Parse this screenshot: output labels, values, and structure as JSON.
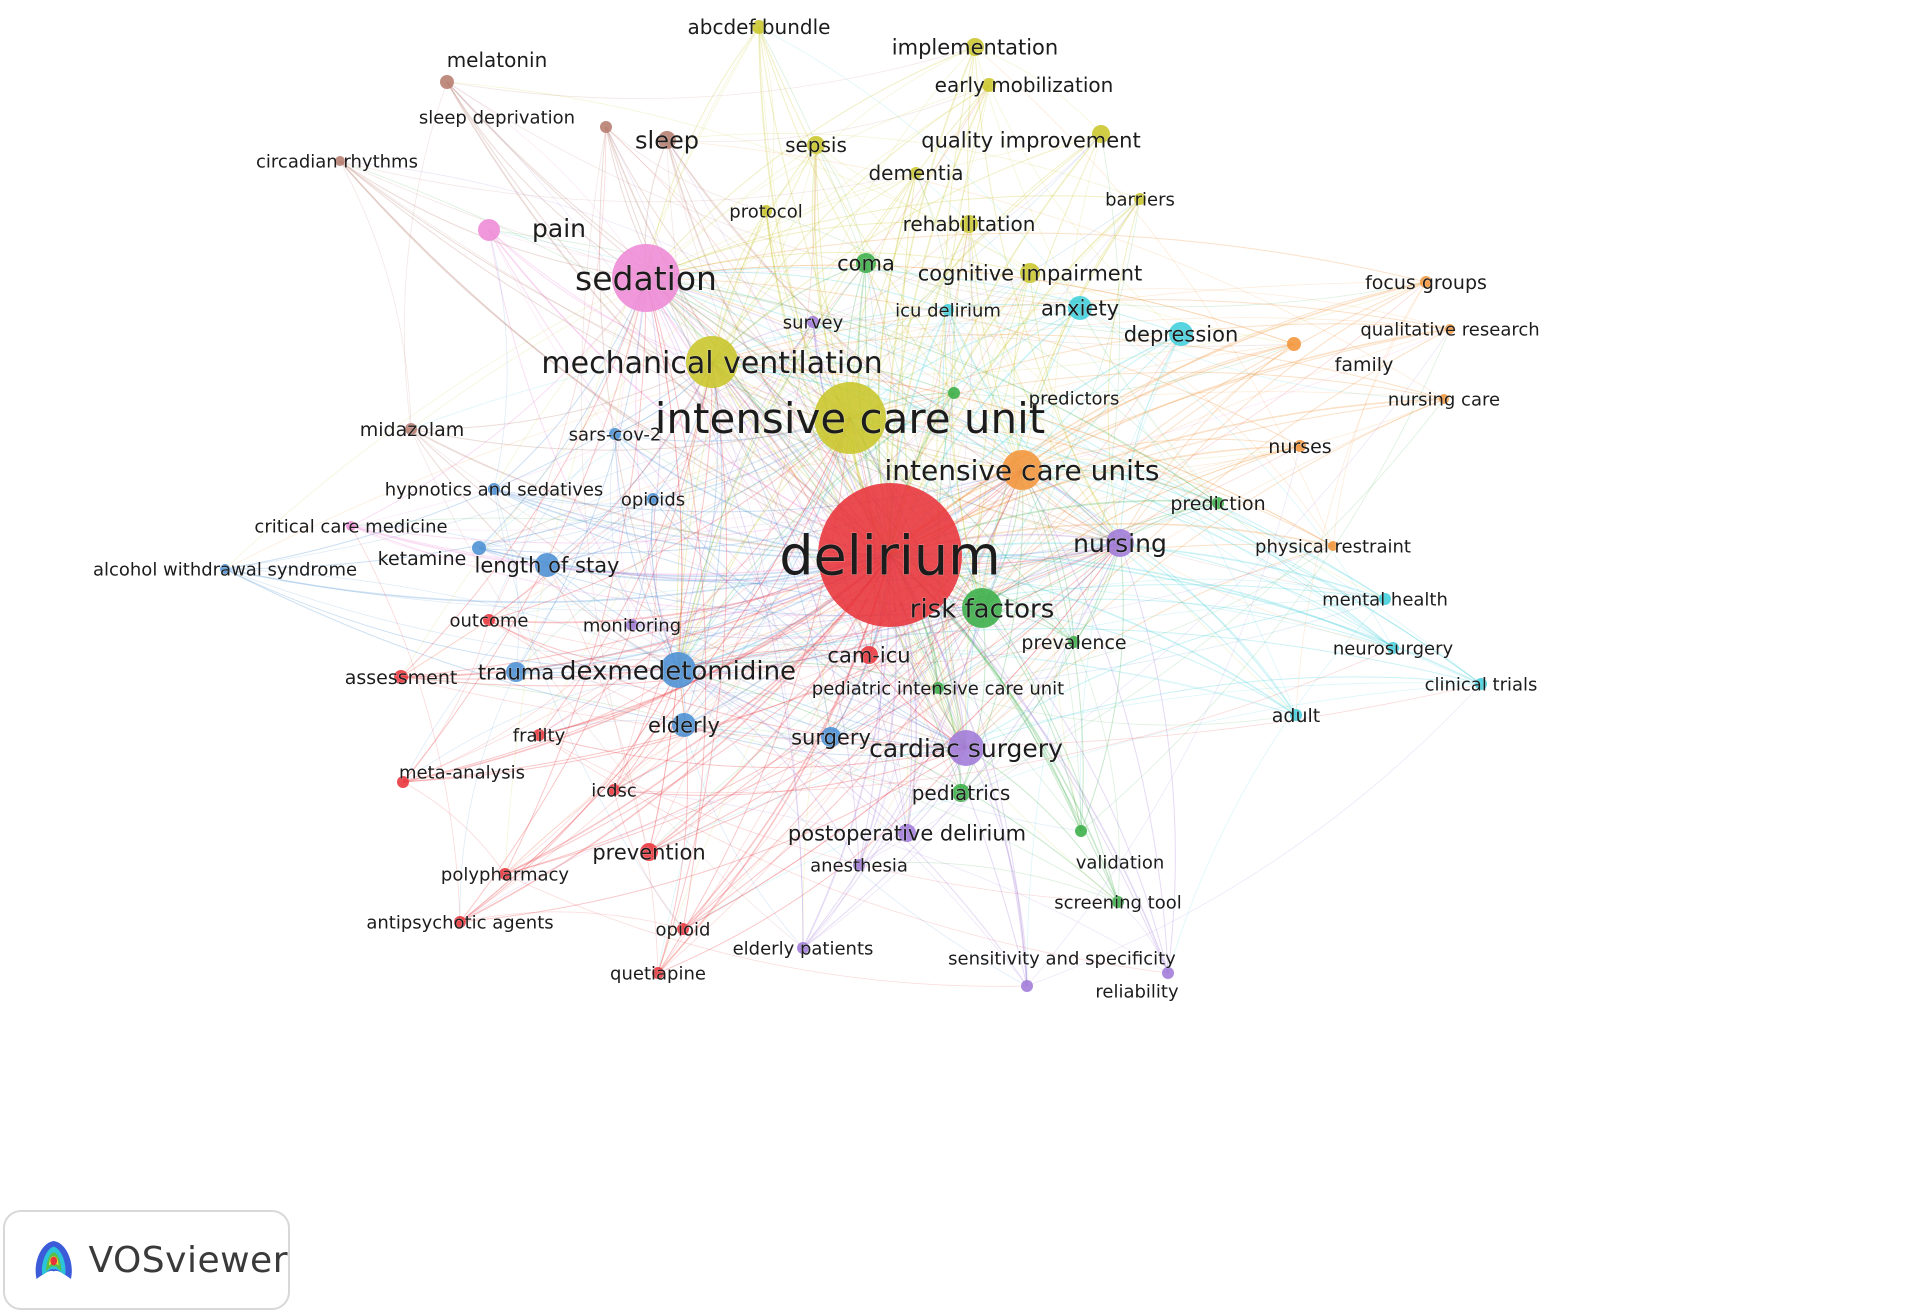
{
  "clusters": {
    "red": "#e8333a",
    "green": "#3aae48",
    "blue": "#4a8fd4",
    "yellow": "#c9c62a",
    "purple": "#a07ad8",
    "cyan": "#3fcfdc",
    "orange": "#f2953a",
    "brown": "#b67c6e",
    "pink": "#ee8ad6"
  },
  "nodes": [
    {
      "id": "delirium",
      "label": "delirium",
      "cluster": "red",
      "weight": 100
    },
    {
      "id": "icu",
      "label": "intensive care unit",
      "cluster": "yellow",
      "weight": 42
    },
    {
      "id": "mechvent",
      "label": "mechanical ventilation",
      "cluster": "yellow",
      "weight": 24
    },
    {
      "id": "sedation",
      "label": "sedation",
      "cluster": "pink",
      "weight": 32
    },
    {
      "id": "icus",
      "label": "intensive care units",
      "cluster": "orange",
      "weight": 20
    },
    {
      "id": "dexmed",
      "label": "dexmedetomidine",
      "cluster": "blue",
      "weight": 16
    },
    {
      "id": "riskfactors",
      "label": "risk factors",
      "cluster": "green",
      "weight": 18
    },
    {
      "id": "cardiac",
      "label": "cardiac surgery",
      "cluster": "purple",
      "weight": 15
    },
    {
      "id": "nursing",
      "label": "nursing",
      "cluster": "purple",
      "weight": 13
    },
    {
      "id": "pain",
      "label": "pain",
      "cluster": "pink",
      "weight": 11
    },
    {
      "id": "sleep",
      "label": "sleep",
      "cluster": "brown",
      "weight": 10
    },
    {
      "id": "coma",
      "label": "coma",
      "cluster": "green",
      "weight": 10
    },
    {
      "id": "cognitive",
      "label": "cognitive impairment",
      "cluster": "yellow",
      "weight": 9
    },
    {
      "id": "anxiety",
      "label": "anxiety",
      "cluster": "cyan",
      "weight": 10
    },
    {
      "id": "depression",
      "label": "depression",
      "cluster": "cyan",
      "weight": 10
    },
    {
      "id": "lengthstay",
      "label": "length of stay",
      "cluster": "blue",
      "weight": 11
    },
    {
      "id": "trauma",
      "label": "trauma",
      "cluster": "blue",
      "weight": 9
    },
    {
      "id": "elderly",
      "label": "elderly",
      "cluster": "blue",
      "weight": 10
    },
    {
      "id": "surgery",
      "label": "surgery",
      "cluster": "blue",
      "weight": 9
    },
    {
      "id": "camicu",
      "label": "cam-icu",
      "cluster": "red",
      "weight": 9
    },
    {
      "id": "prevention",
      "label": "prevention",
      "cluster": "red",
      "weight": 9
    },
    {
      "id": "postop",
      "label": "postoperative delirium",
      "cluster": "purple",
      "weight": 9
    },
    {
      "id": "pediatrics",
      "label": "pediatrics",
      "cluster": "green",
      "weight": 9
    },
    {
      "id": "quality",
      "label": "quality improvement",
      "cluster": "yellow",
      "weight": 9
    },
    {
      "id": "implementation",
      "label": "implementation",
      "cluster": "yellow",
      "weight": 9
    },
    {
      "id": "sepsis",
      "label": "sepsis",
      "cluster": "yellow",
      "weight": 8
    },
    {
      "id": "rehab",
      "label": "rehabilitation",
      "cluster": "yellow",
      "weight": 8
    },
    {
      "id": "dementia",
      "label": "dementia",
      "cluster": "yellow",
      "weight": 6
    },
    {
      "id": "abcdef",
      "label": "abcdef bundle",
      "cluster": "yellow",
      "weight": 8
    },
    {
      "id": "earlymob",
      "label": "early mobilization",
      "cluster": "yellow",
      "weight": 7
    },
    {
      "id": "barriers",
      "label": "barriers",
      "cluster": "yellow",
      "weight": 6
    },
    {
      "id": "protocol",
      "label": "protocol",
      "cluster": "yellow",
      "weight": 6
    },
    {
      "id": "melatonin",
      "label": "melatonin",
      "cluster": "brown",
      "weight": 7
    },
    {
      "id": "sleepdep",
      "label": "sleep deprivation",
      "cluster": "brown",
      "weight": 6
    },
    {
      "id": "circadian",
      "label": "circadian rhythms",
      "cluster": "brown",
      "weight": 5
    },
    {
      "id": "midazolam",
      "label": "midazolam",
      "cluster": "brown",
      "weight": 7
    },
    {
      "id": "focus",
      "label": "focus groups",
      "cluster": "orange",
      "weight": 6
    },
    {
      "id": "qualres",
      "label": "qualitative research",
      "cluster": "orange",
      "weight": 6
    },
    {
      "id": "family",
      "label": "family",
      "cluster": "orange",
      "weight": 7
    },
    {
      "id": "nursingcare",
      "label": "nursing care",
      "cluster": "orange",
      "weight": 6
    },
    {
      "id": "nurses",
      "label": "nurses",
      "cluster": "orange",
      "weight": 7
    },
    {
      "id": "physrestraint",
      "label": "physical restraint",
      "cluster": "orange",
      "weight": 5
    },
    {
      "id": "prediction",
      "label": "prediction",
      "cluster": "green",
      "weight": 7
    },
    {
      "id": "predictors",
      "label": "predictors",
      "cluster": "green",
      "weight": 6
    },
    {
      "id": "prevalence",
      "label": "prevalence",
      "cluster": "green",
      "weight": 7
    },
    {
      "id": "picu",
      "label": "pediatric intensive care unit",
      "cluster": "green",
      "weight": 7
    },
    {
      "id": "validation",
      "label": "validation",
      "cluster": "green",
      "weight": 7
    },
    {
      "id": "screening",
      "label": "screening tool",
      "cluster": "green",
      "weight": 6
    },
    {
      "id": "icudelirium",
      "label": "icu delirium",
      "cluster": "cyan",
      "weight": 6
    },
    {
      "id": "mentalhealth",
      "label": "mental health",
      "cluster": "cyan",
      "weight": 6
    },
    {
      "id": "neurosurgery",
      "label": "neurosurgery",
      "cluster": "cyan",
      "weight": 6
    },
    {
      "id": "clinicaltrials",
      "label": "clinical trials",
      "cluster": "cyan",
      "weight": 6
    },
    {
      "id": "adult",
      "label": "adult",
      "cluster": "cyan",
      "weight": 6
    },
    {
      "id": "survey",
      "label": "survey",
      "cluster": "purple",
      "weight": 6
    },
    {
      "id": "monitoring",
      "label": "monitoring",
      "cluster": "purple",
      "weight": 6
    },
    {
      "id": "anesthesia",
      "label": "anesthesia",
      "cluster": "purple",
      "weight": 6
    },
    {
      "id": "elderlypatients",
      "label": "elderly patients",
      "cluster": "purple",
      "weight": 6
    },
    {
      "id": "sensspec",
      "label": "sensitivity and specificity",
      "cluster": "purple",
      "weight": 6
    },
    {
      "id": "reliability",
      "label": "reliability",
      "cluster": "purple",
      "weight": 6
    },
    {
      "id": "sarscov2",
      "label": "sars-cov-2",
      "cluster": "blue",
      "weight": 6
    },
    {
      "id": "hypnotics",
      "label": "hypnotics and sedatives",
      "cluster": "blue",
      "weight": 6
    },
    {
      "id": "opioids",
      "label": "opioids",
      "cluster": "blue",
      "weight": 6
    },
    {
      "id": "ketamine",
      "label": "ketamine",
      "cluster": "blue",
      "weight": 7
    },
    {
      "id": "alcohol",
      "label": "alcohol withdrawal syndrome",
      "cluster": "blue",
      "weight": 5
    },
    {
      "id": "critcare",
      "label": "critical care medicine",
      "cluster": "pink",
      "weight": 5
    },
    {
      "id": "outcome",
      "label": "outcome",
      "cluster": "red",
      "weight": 6
    },
    {
      "id": "assessment",
      "label": "assessment",
      "cluster": "red",
      "weight": 7
    },
    {
      "id": "frailty",
      "label": "frailty",
      "cluster": "red",
      "weight": 6
    },
    {
      "id": "metaanalysis",
      "label": "meta-analysis",
      "cluster": "red",
      "weight": 6
    },
    {
      "id": "icdsc",
      "label": "icdsc",
      "cluster": "red",
      "weight": 6
    },
    {
      "id": "polypharmacy",
      "label": "polypharmacy",
      "cluster": "red",
      "weight": 6
    },
    {
      "id": "antipsychotic",
      "label": "antipsychotic agents",
      "cluster": "red",
      "weight": 6
    },
    {
      "id": "opioid",
      "label": "opioid",
      "cluster": "red",
      "weight": 6
    },
    {
      "id": "quetiapine",
      "label": "quetiapine",
      "cluster": "red",
      "weight": 6
    }
  ],
  "logo": {
    "text": "VOSviewer"
  }
}
